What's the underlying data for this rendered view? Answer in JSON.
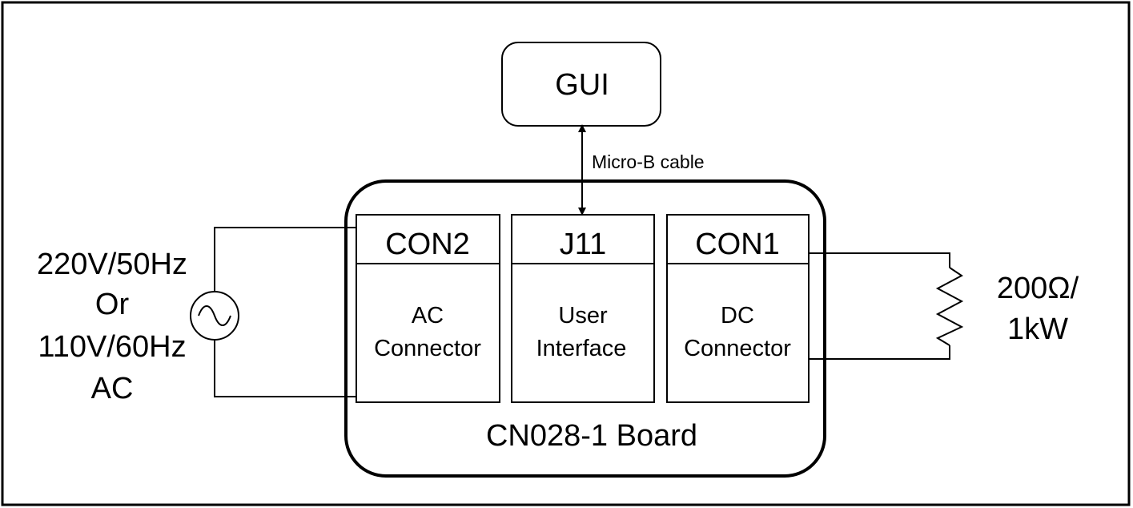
{
  "gui": {
    "label": "GUI"
  },
  "cable": {
    "label": "Micro-B cable"
  },
  "board": {
    "label": "CN028-1 Board",
    "connectors": [
      {
        "name": "CON2",
        "line1": "AC",
        "line2": "Connector"
      },
      {
        "name": "J11",
        "line1": "User",
        "line2": "Interface"
      },
      {
        "name": "CON1",
        "line1": "DC",
        "line2": "Connector"
      }
    ]
  },
  "ac_source": {
    "lines": [
      "220V/50Hz",
      "Or",
      "110V/60Hz",
      "AC"
    ]
  },
  "load": {
    "lines": [
      "200Ω/",
      "1kW"
    ]
  }
}
